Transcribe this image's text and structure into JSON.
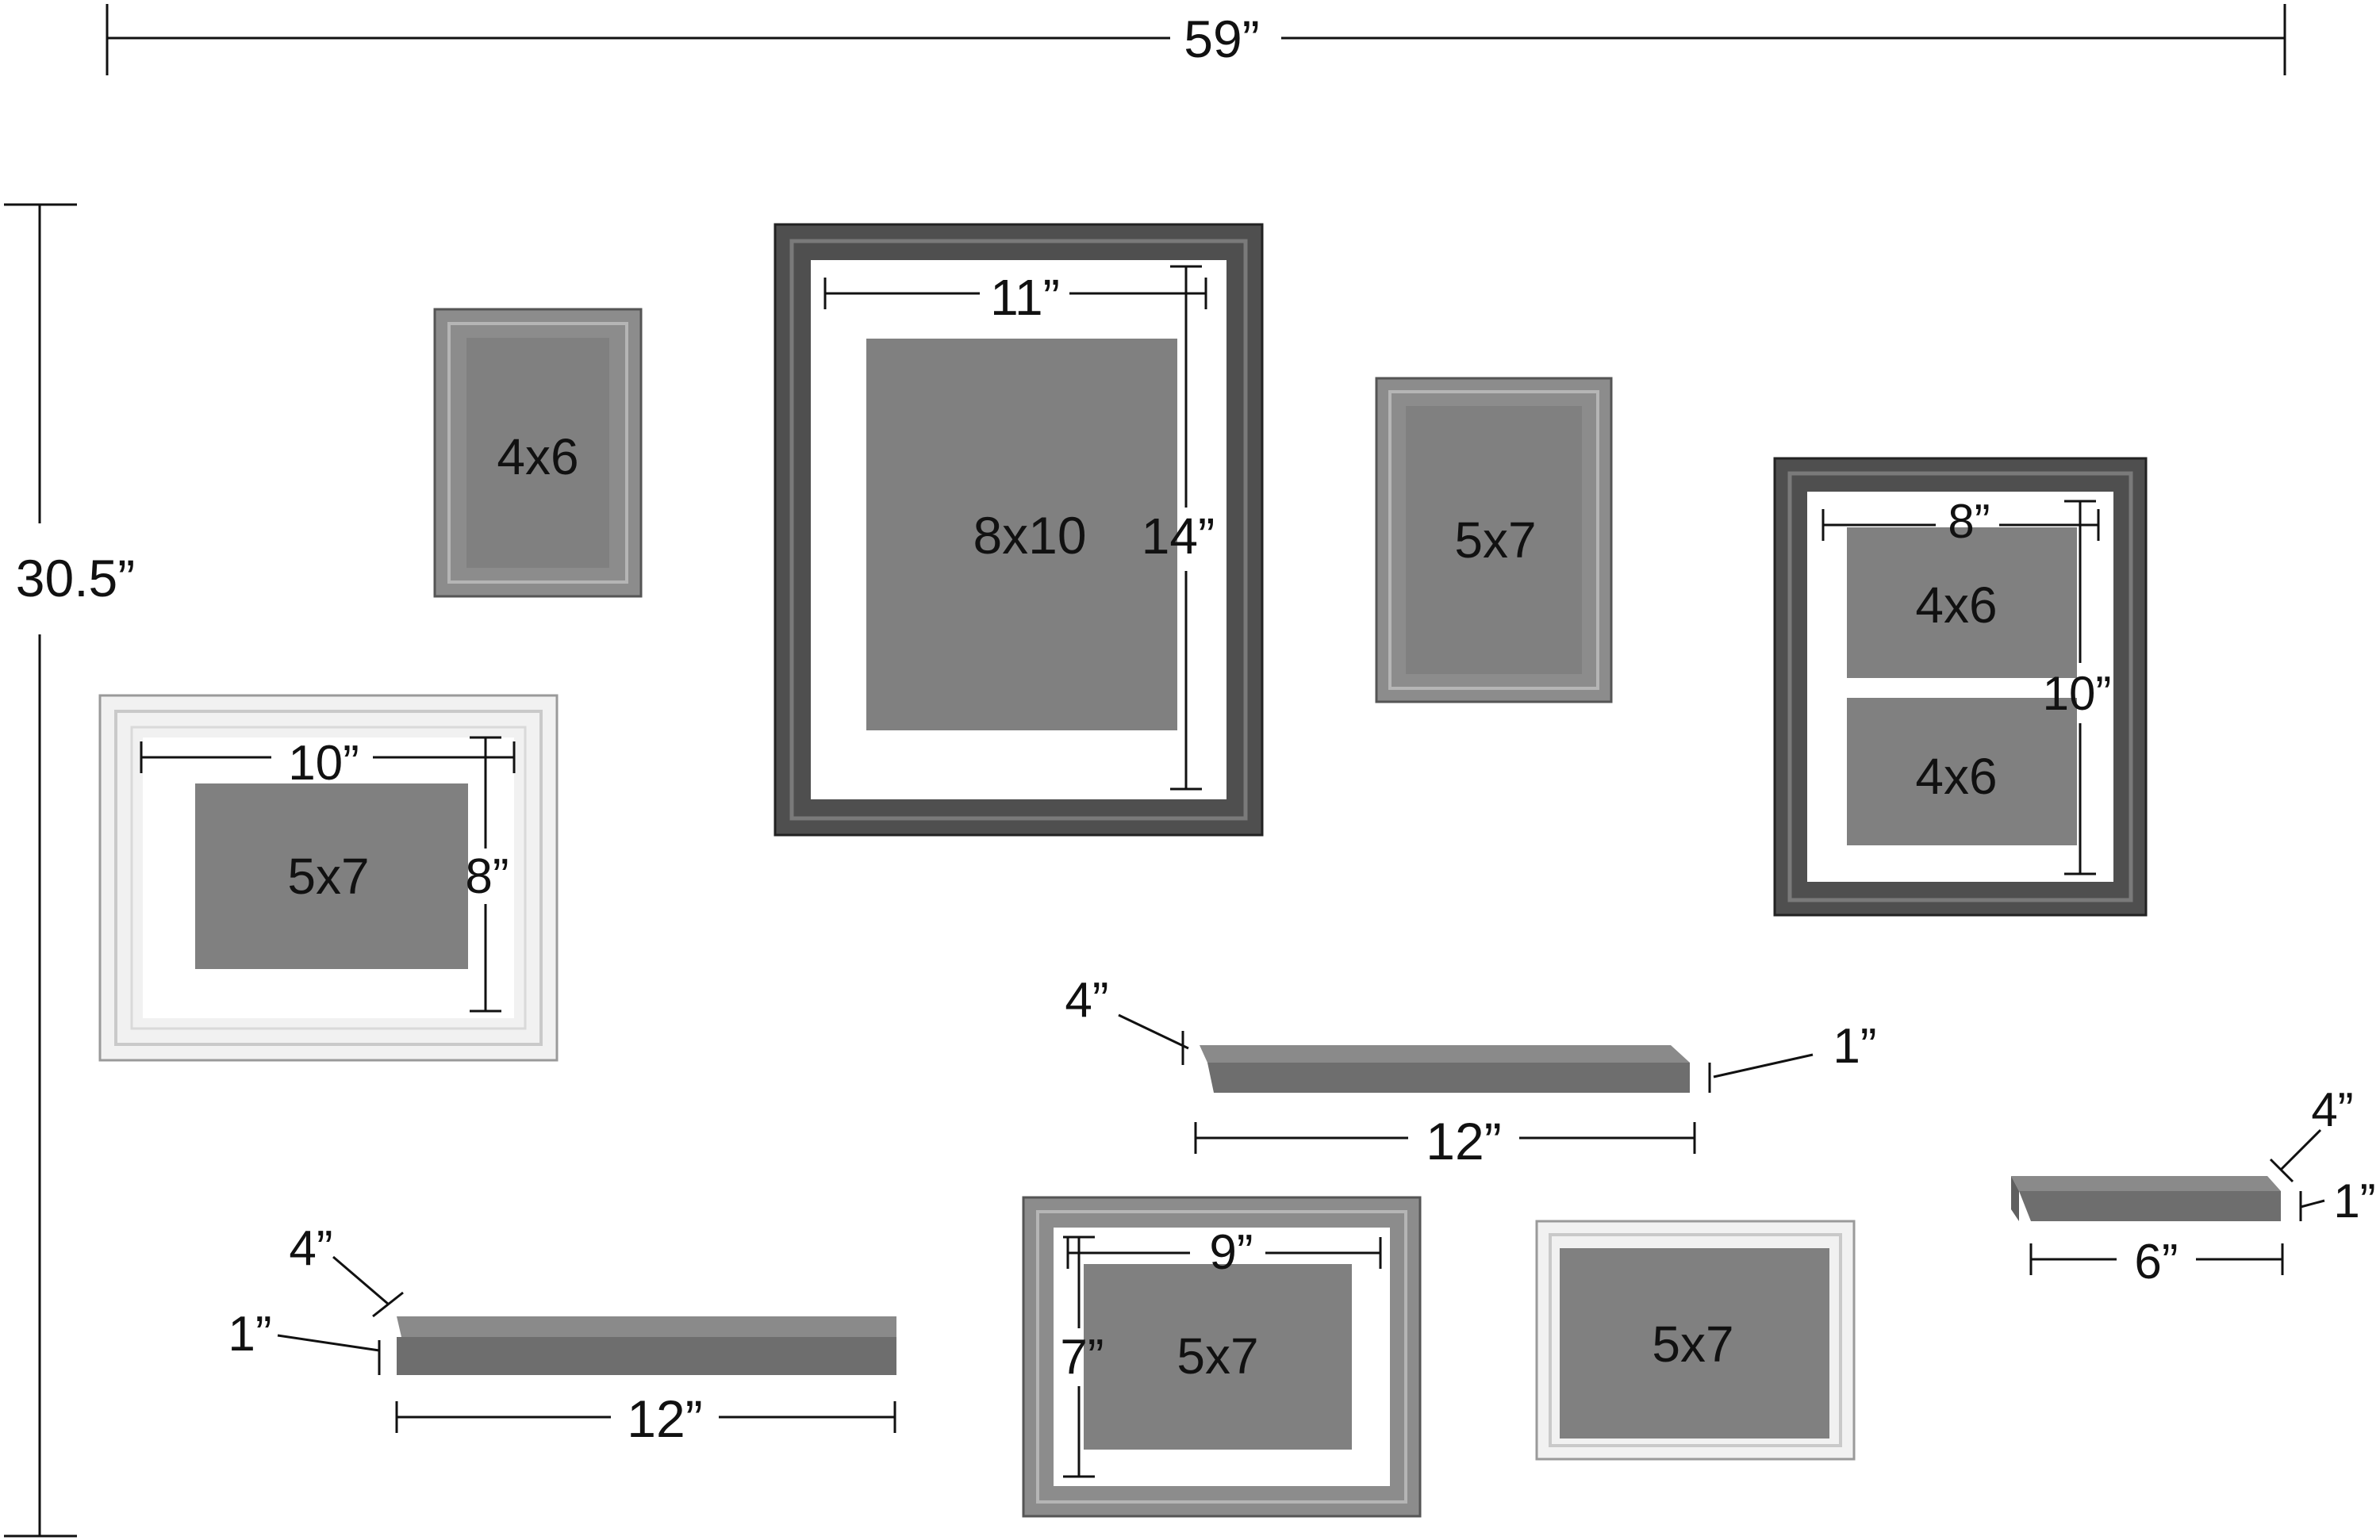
{
  "colors": {
    "photo_gray": "#808080",
    "frame_gray": "#8a8a8a",
    "frame_dark": "#4a4a4a",
    "frame_white": "#f1f1f1",
    "mat_white": "#ffffff",
    "shelf_gray": "#6e6e6e",
    "line": "#111111"
  },
  "overall": {
    "width_label": "59”",
    "height_label": "30.5”"
  },
  "frames": {
    "f1": {
      "photo_label": "4x6"
    },
    "f2": {
      "photo_label": "8x10",
      "width_label": "11”",
      "height_label": "14”"
    },
    "f3": {
      "photo_label": "5x7"
    },
    "f4": {
      "photo_top_label": "4x6",
      "photo_bottom_label": "4x6",
      "width_label": "8”",
      "height_label": "10”"
    },
    "f5": {
      "photo_label": "5x7",
      "width_label": "10”",
      "height_label": "8”"
    },
    "f6": {
      "photo_label": "5x7",
      "width_label": "9”",
      "height_label": "7”"
    },
    "f7": {
      "photo_label": "5x7"
    }
  },
  "shelves": {
    "s1": {
      "depth_label": "4”",
      "thickness_label": "1”",
      "length_label": "12”"
    },
    "s2": {
      "depth_label": "4”",
      "thickness_label": "1”",
      "length_label": "12”"
    },
    "s3": {
      "depth_label": "4”",
      "thickness_label": "1”",
      "length_label": "6”"
    }
  }
}
